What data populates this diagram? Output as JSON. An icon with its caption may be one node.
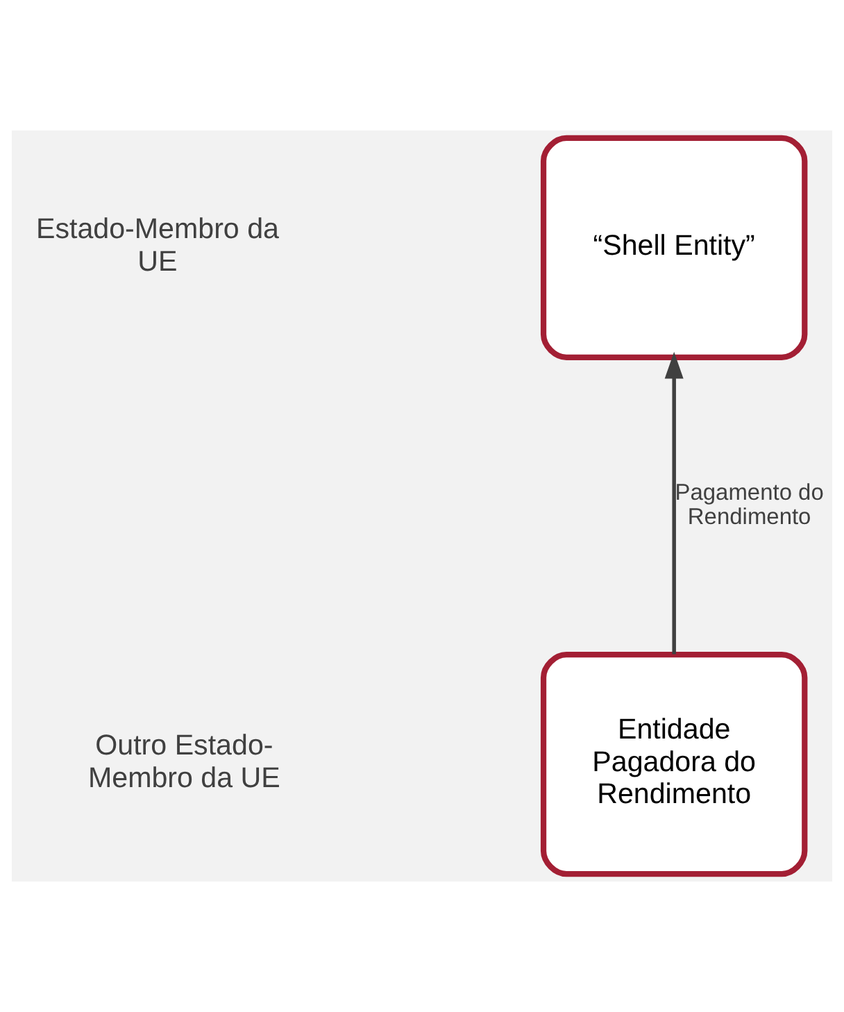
{
  "diagram": {
    "nodes": [
      {
        "text": [
          "“Shell Entity”"
        ]
      },
      {
        "text": [
          "Entidade Pagadora do Rendimento"
        ]
      }
    ],
    "edges": [
      {
        "from": 1,
        "to": 0,
        "arrow": "to",
        "label": "Pagamento do Rendimento"
      }
    ],
    "labels": [
      "Estado-Membro da UE",
      "Outro Estado-Membro da UE"
    ]
  }
}
